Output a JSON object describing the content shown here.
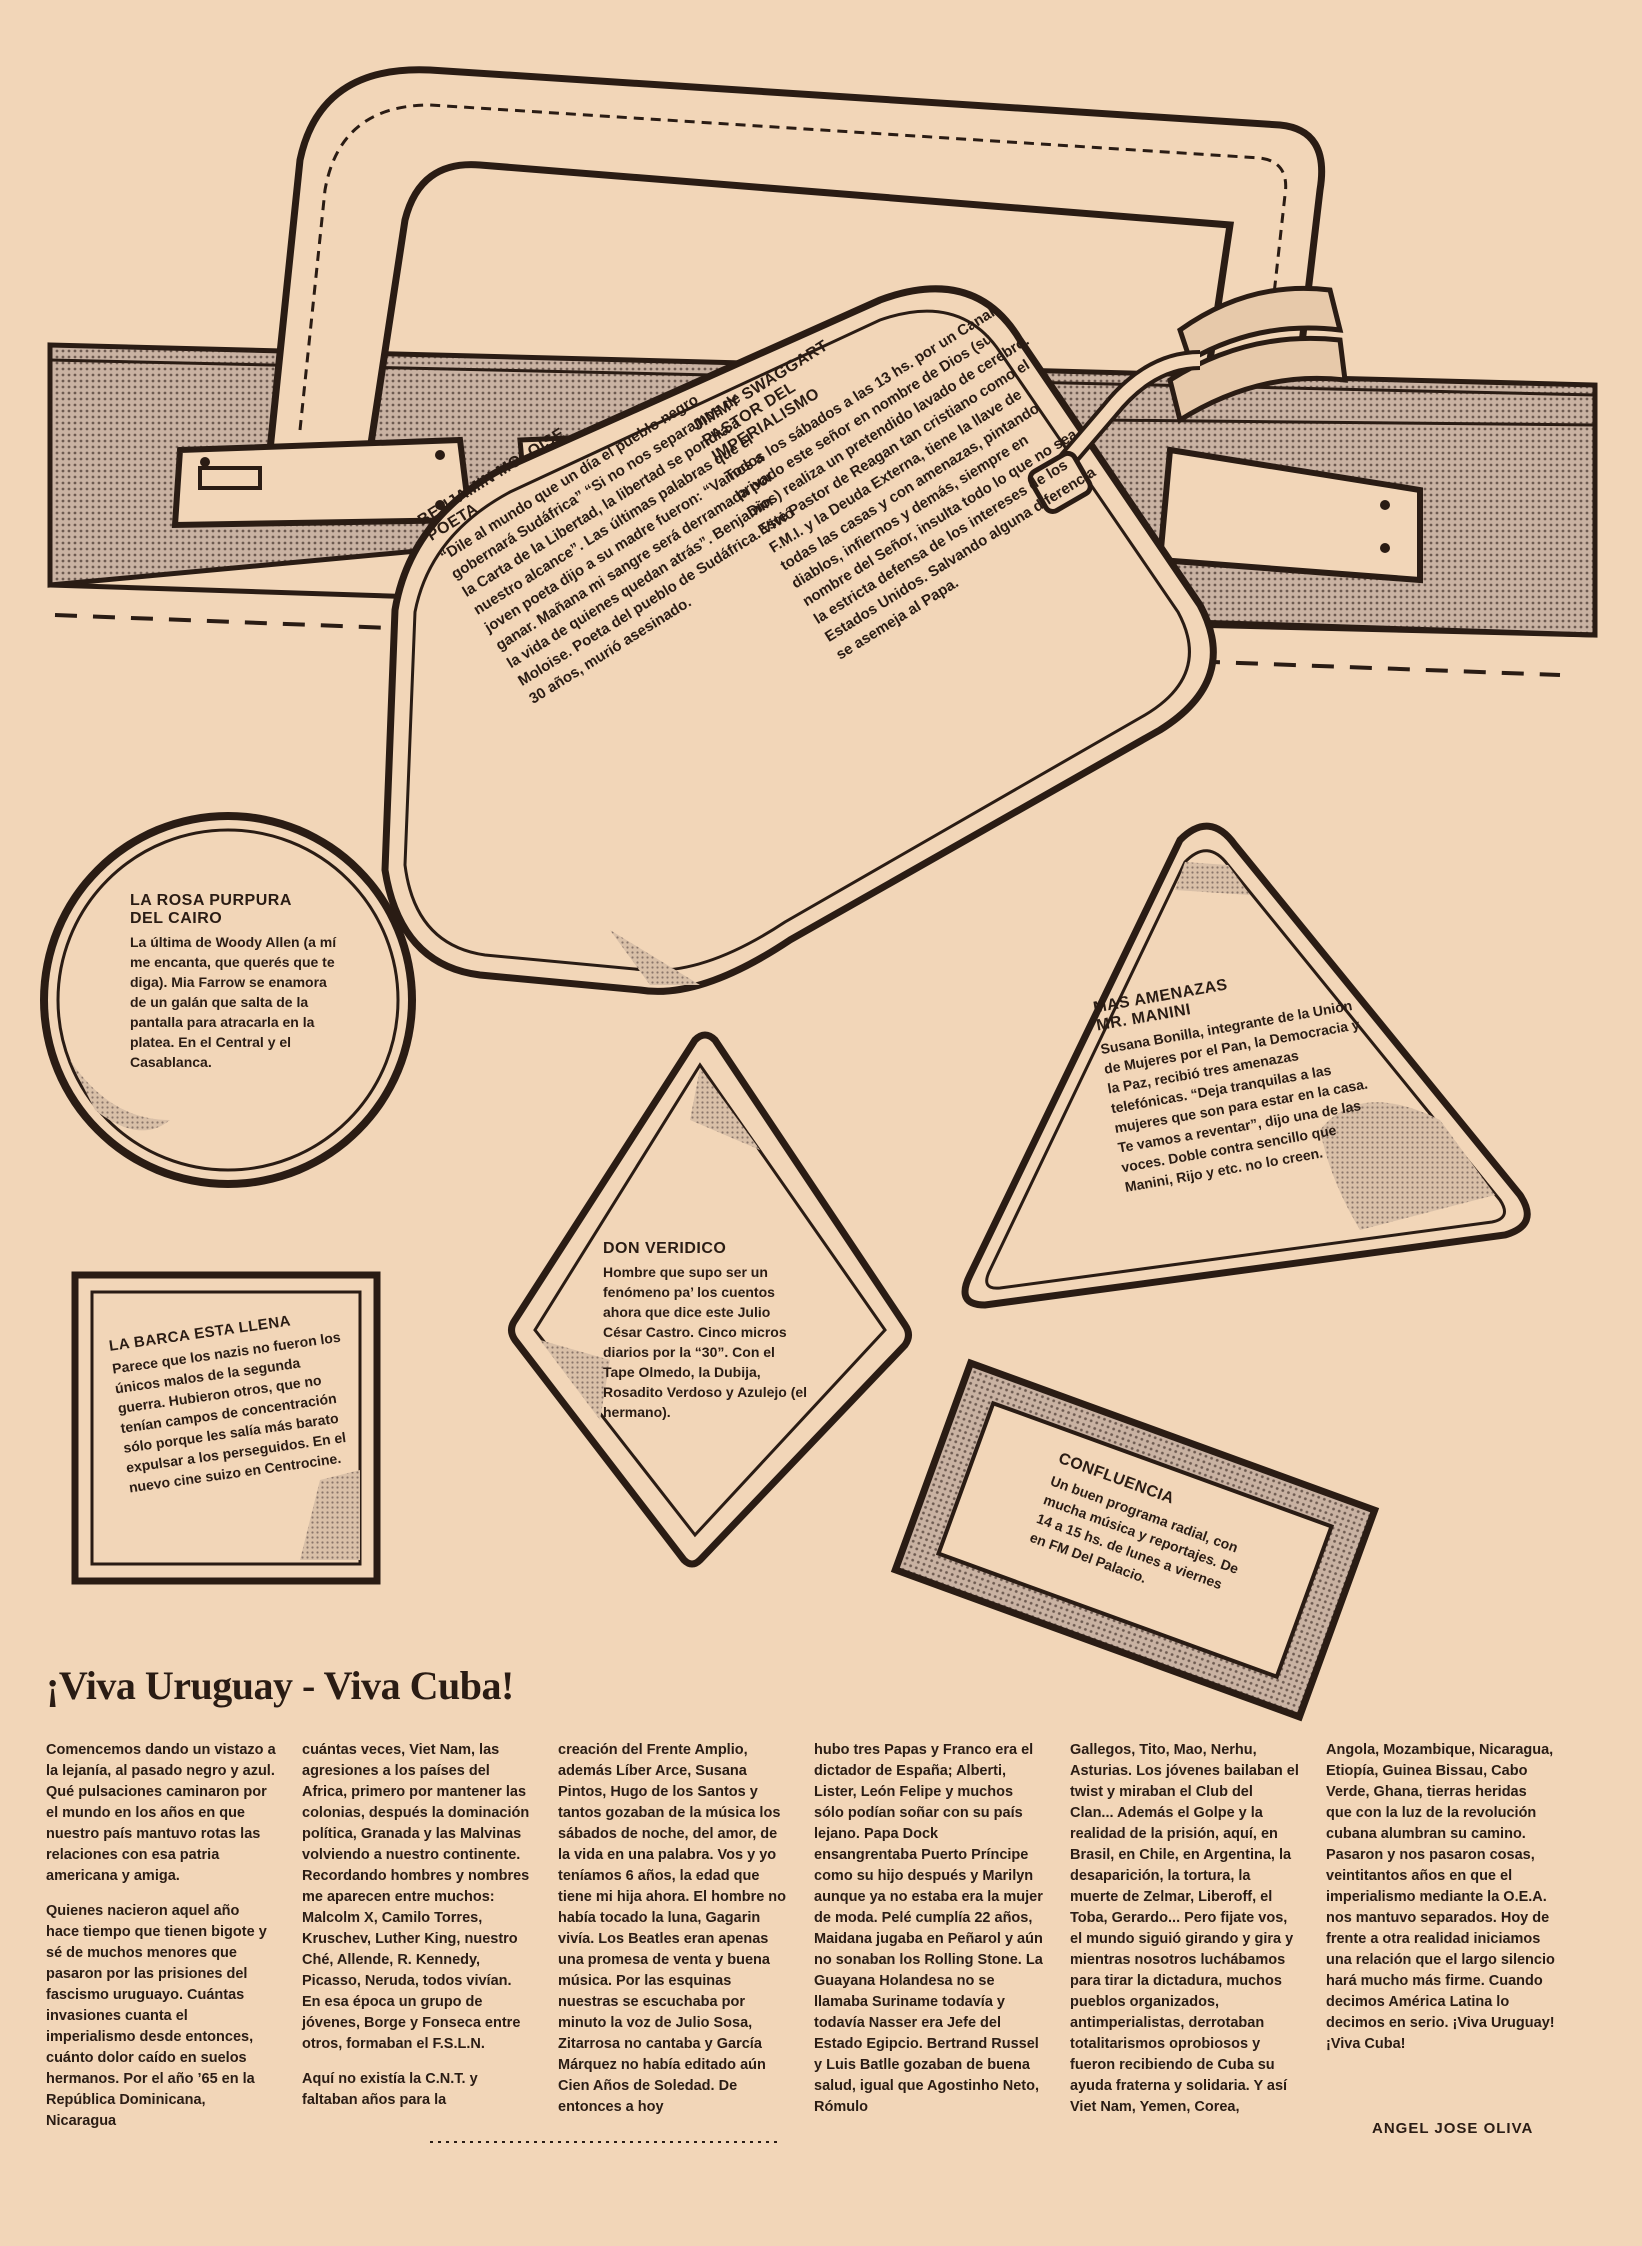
{
  "tags": {
    "benjamin": {
      "title": "BENJAMIN MOLOISE\nPOETA",
      "text": "“Dile al mundo que un día el pueblo negro gobernará Sudáfrica” “Si no nos separamos de la Carta de la Libertad, la libertad se pondrá a nuestro alcance”. Las últimas palabras que el joven poeta dijo a su madre fueron: “Vamos a ganar. Mañana mi sangre será derramada por la vida de quienes quedan atrás”. Benjamin Moloise. Poeta del pueblo de Sudáfrica. Vivió 30 años, murió asesinado."
    },
    "jimmy": {
      "title": "JIMMY SWAGGART\nPASTOR DEL\nIMPERIALISMO",
      "text": "Todos los sábados a las 13 hs. por un Canal privado este señor en nombre de Dios (su Dios) realiza un pretendido lavado de cerebro. Este Pastor de Reagan tan cristiano como el F.M.I. y la Deuda Externa, tiene la llave de todas las casas y con amenazas, pintando diablos, infiernos y demás, siempre en nombre del Señor, insulta todo lo que no sea la estricta defensa de los intereses de los Estados Unidos. Salvando alguna diferencia se asemeja al Papa."
    },
    "rosa": {
      "title": "LA ROSA PURPURA\nDEL CAIRO",
      "text": "La última de Woody Allen (a mí me encanta, que querés que te diga). Mia Farrow se enamora de un galán que salta de la pantalla para atracarla en la platea. En el Central y el Casablanca."
    },
    "manini": {
      "title": "MAS AMENAZAS\nMR. MANINI",
      "text": "Susana Bonilla, integrante de la Unión de Mujeres por el Pan, la Democracia y la Paz, recibió tres amenazas telefónicas. “Deja tranquilas a las mujeres que son para estar en la casa. Te vamos a reventar”, dijo una de las voces. Doble contra sencillo que Manini, Rijo y etc. no lo creen."
    },
    "veridico": {
      "title": "DON VERIDICO",
      "text": "Hombre que supo ser un fenómeno pa’ los cuentos ahora que dice este Julio César Castro. Cinco micros diarios por la “30”. Con el Tape Olmedo, la Dubija, Rosadito Verdoso y Azulejo (el hermano)."
    },
    "barca": {
      "title": "LA BARCA ESTA LLENA",
      "text": "Parece que los nazis no fueron los únicos malos de la segunda guerra. Hubieron otros, que no tenían campos de concentración sólo porque les salía más barato expulsar a los perseguidos. En el nuevo cine suizo en Centrocine."
    },
    "confluencia": {
      "title": "CONFLUENCIA",
      "text": "Un buen programa radial, con mucha música y reportajes. De 14 a 15 hs. de lunes a viernes en FM Del Palacio."
    }
  },
  "article": {
    "headline": "¡Viva Uruguay - Viva Cuba!",
    "col1_p1": "Comencemos dando un vistazo a la lejanía, al pasado negro y azul. Qué pulsaciones caminaron por el mundo en los años en que nuestro país mantuvo rotas las relaciones con esa patria americana y amiga.",
    "col1_p2": "Quienes nacieron aquel año hace tiempo que tienen bigote y sé de muchos menores que pasaron por las prisiones del fascismo uruguayo. Cuántas invasiones cuanta el imperialismo desde entonces, cuánto dolor caído en suelos hermanos. Por el año ’65 en la República Dominicana, Nicaragua",
    "col2_p1": "cuántas veces, Viet Nam, las agresiones a los países del Africa, primero por mantener las colonias, después la dominación política, Granada y las Malvinas volviendo a nuestro continente. Recordando hombres y nombres me aparecen entre muchos: Malcolm X, Camilo Torres, Kruschev, Luther King, nuestro Ché, Allende, R. Kennedy, Picasso, Neruda, todos vivían. En esa época un grupo de jóvenes, Borge y Fonseca entre otros, formaban el F.S.L.N.",
    "col2_p2": "Aquí no existía la C.N.T. y faltaban años para la",
    "col3_p1": "creación del Frente Amplio, además Líber Arce, Susana Pintos, Hugo de los Santos y tantos gozaban de la música los sábados de noche, del amor, de la vida en una palabra. Vos y yo teníamos 6 años, la edad que tiene mi hija ahora. El hombre no había tocado la luna, Gagarin vivía. Los Beatles eran apenas una promesa de venta y buena música. Por las esquinas nuestras se escuchaba por minuto la voz de Julio Sosa, Zitarrosa no cantaba y García Márquez no había editado aún Cien Años de Soledad. De entonces a hoy",
    "col4_p1": "hubo tres Papas y Franco era el dictador de España; Alberti, Lister, León Felipe y muchos sólo podían soñar con su país lejano. Papa Dock ensangrentaba Puerto Príncipe como su hijo después y Marilyn aunque ya no estaba era la mujer de moda. Pelé cumplía 22 años, Maidana jugaba en Peñarol y aún no sonaban los Rolling Stone. La Guayana Holandesa no se llamaba Suriname todavía y todavía Nasser era Jefe del Estado Egipcio. Bertrand Russel y Luis Batlle gozaban de buena salud, igual que Agostinho Neto, Rómulo",
    "col5_p1": "Gallegos, Tito, Mao, Nerhu, Asturias. Los jóvenes bailaban el twist y miraban el Club del Clan... Además el Golpe y la realidad de la prisión, aquí, en Brasil, en Chile, en Argentina, la desaparición, la tortura, la muerte de Zelmar, Liberoff, el Toba, Gerardo... Pero fijate vos, el mundo siguió girando y gira y mientras nosotros luchábamos para tirar la dictadura, muchos pueblos organizados, antimperialistas, derrotaban totalitarismos oprobiosos y fueron recibiendo de Cuba su ayuda fraterna y solidaria. Y así Viet Nam, Yemen, Corea,",
    "col6_p1": "Angola, Mozambique, Nicaragua, Etiopía, Guinea Bissau, Cabo Verde, Ghana, tierras heridas que con la luz de la revolución cubana alumbran su camino. Pasaron y nos pasaron cosas, veintitantos años en que el imperialismo mediante la O.E.A. nos mantuvo separados. Hoy de frente a otra realidad iniciamos una relación que el largo silencio hará mucho más firme. Cuando decimos América Latina lo decimos en serio. ¡Viva Uruguay! ¡Viva Cuba!",
    "byline": "ANGEL JOSE OLIVA"
  }
}
